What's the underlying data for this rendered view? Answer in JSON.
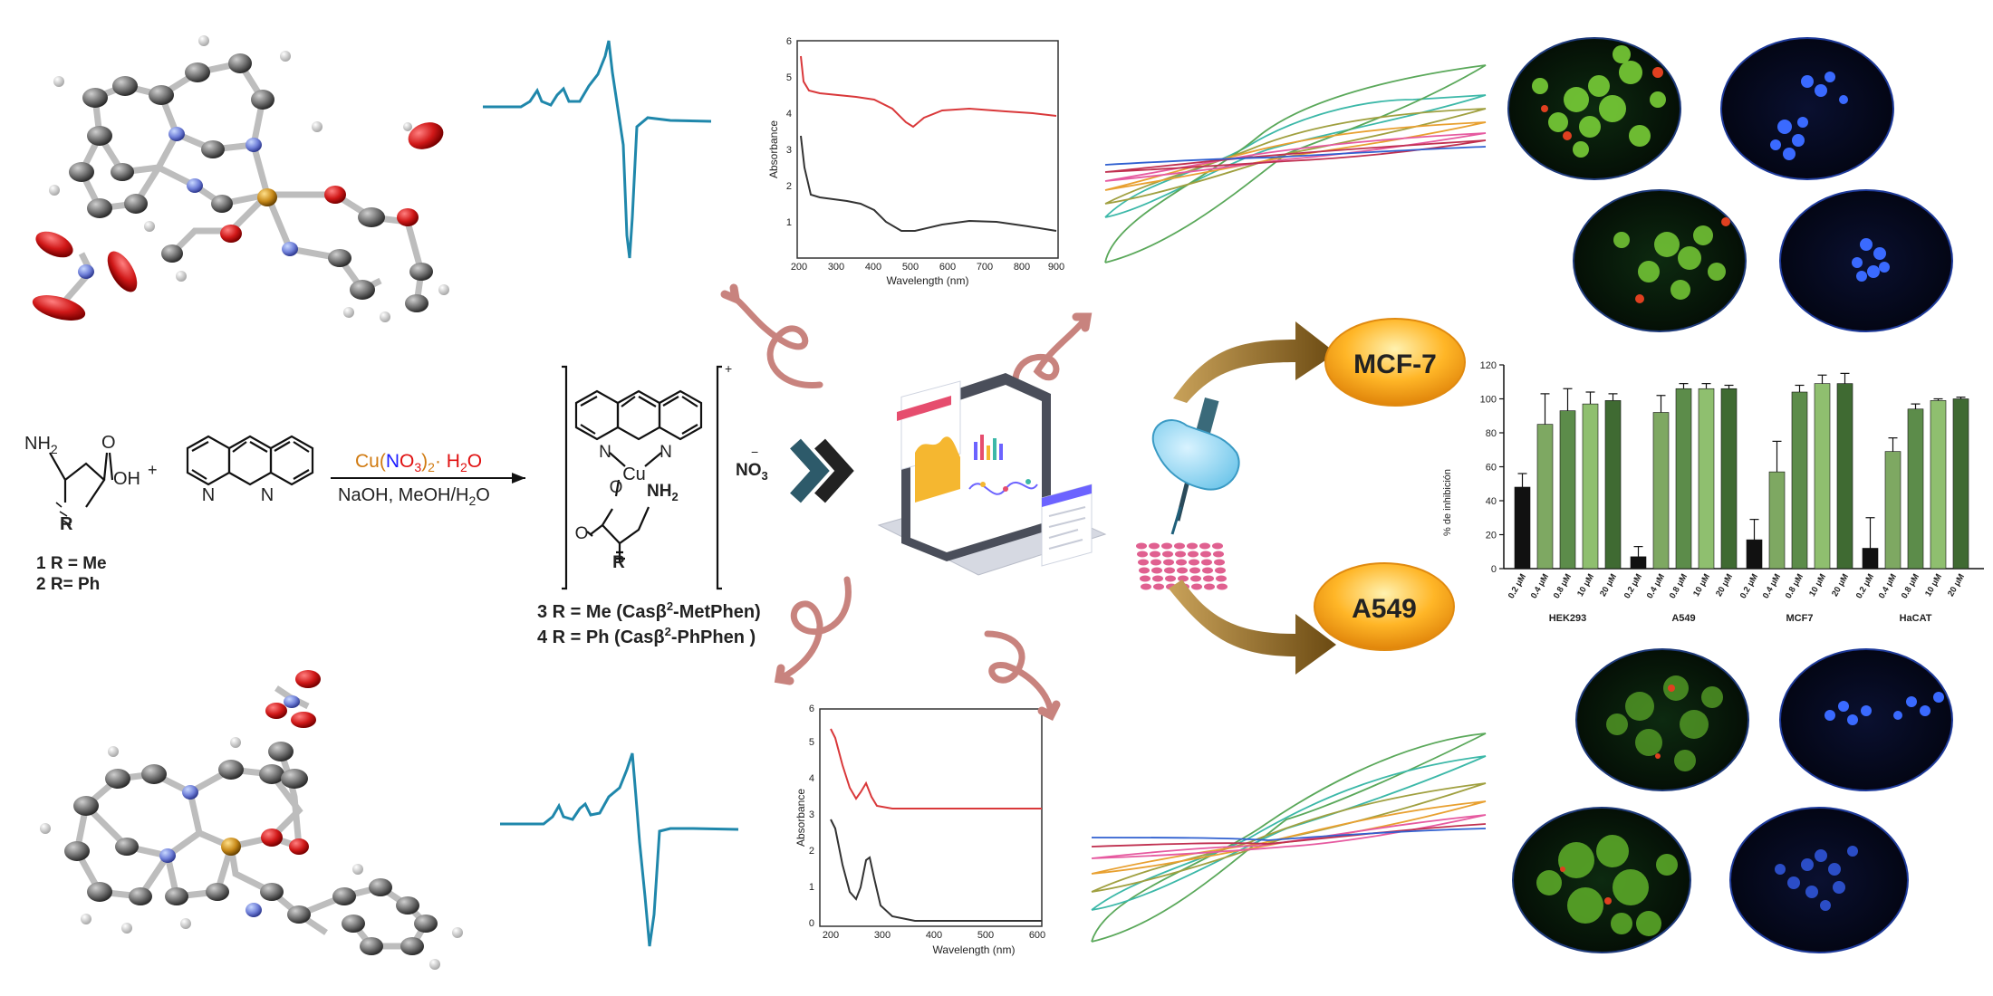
{
  "reaction": {
    "amine_label": "NH",
    "amine_sub": "2",
    "carbonyl_o": "O",
    "acid_oh": "OH",
    "r_group": "R",
    "plus": "+",
    "phen_n1": "N",
    "phen_n2": "N",
    "reagent_pre": "Cu(",
    "reagent_n": "N",
    "reagent_o3": "O",
    "reagent_3sub": "3",
    "reagent_close": ")",
    "reagent_2sub": "2",
    "reagent_dot": "· ",
    "reagent_water": "H",
    "reagent_water_sub": "2",
    "reagent_water_o": "O",
    "conditions": "NaOH, MeOH/H",
    "conditions_sub": "2",
    "conditions_end": "O",
    "compound1": "1 R = Me",
    "compound2": "2 R= Ph"
  },
  "complex": {
    "n1": "N",
    "n2": "N",
    "cu": "Cu",
    "o1": "O",
    "o2": "O",
    "nh2": "NH",
    "nh2_sub": "2",
    "r": "R",
    "charge": "+",
    "counterion": "NO",
    "counterion_sub": "3",
    "counterion_charge": "−",
    "label3_pre": "3 R = Me (Casβ",
    "label3_sup": "2",
    "label3_post": "-MetPhen)",
    "label4_pre": "4 R = Ph (Casβ",
    "label4_sup": "2",
    "label4_post": "-PhPhen )"
  },
  "uv_top": {
    "ylabel": "Absorbance",
    "xlabel": "Wavelength (nm)",
    "yticks": [
      "1",
      "2",
      "3",
      "4",
      "5",
      "6"
    ],
    "xticks": [
      "200",
      "300",
      "400",
      "500",
      "600",
      "700",
      "800",
      "900"
    ]
  },
  "uv_bottom": {
    "ylabel": "Absorbance",
    "xlabel": "Wavelength (nm)",
    "yticks": [
      "0",
      "1",
      "2",
      "3",
      "4",
      "5",
      "6"
    ],
    "xticks": [
      "200",
      "300",
      "400",
      "500",
      "600"
    ]
  },
  "cell_lines": {
    "a": "MCF-7",
    "b": "A549"
  },
  "chart_data": {
    "type": "bar",
    "ylabel": "% de inhibición",
    "ylim": [
      0,
      120
    ],
    "yticks": [
      "0",
      "20",
      "40",
      "60",
      "80",
      "100",
      "120"
    ],
    "group_labels": [
      "HEK293",
      "A549",
      "MCF7",
      "HaCAT"
    ],
    "dose_labels": [
      "0.2 μM",
      "0.4 μM",
      "0.8 μM",
      "10 μM",
      "20 μM"
    ],
    "series_colors": [
      "#111111",
      "#7ea862",
      "#5c8c4a",
      "#8fbf6f",
      "#3f6a32"
    ],
    "groups": [
      {
        "name": "HEK293",
        "values": [
          48,
          85,
          93,
          97,
          99
        ],
        "errors": [
          8,
          18,
          13,
          7,
          4
        ]
      },
      {
        "name": "A549",
        "values": [
          7,
          92,
          106,
          106,
          106
        ],
        "errors": [
          6,
          10,
          3,
          3,
          2
        ]
      },
      {
        "name": "MCF7",
        "values": [
          17,
          57,
          104,
          109,
          109
        ],
        "errors": [
          12,
          18,
          4,
          5,
          6
        ]
      },
      {
        "name": "HaCAT",
        "values": [
          12,
          69,
          94,
          99,
          100
        ],
        "errors": [
          18,
          8,
          3,
          1,
          1
        ]
      }
    ]
  }
}
